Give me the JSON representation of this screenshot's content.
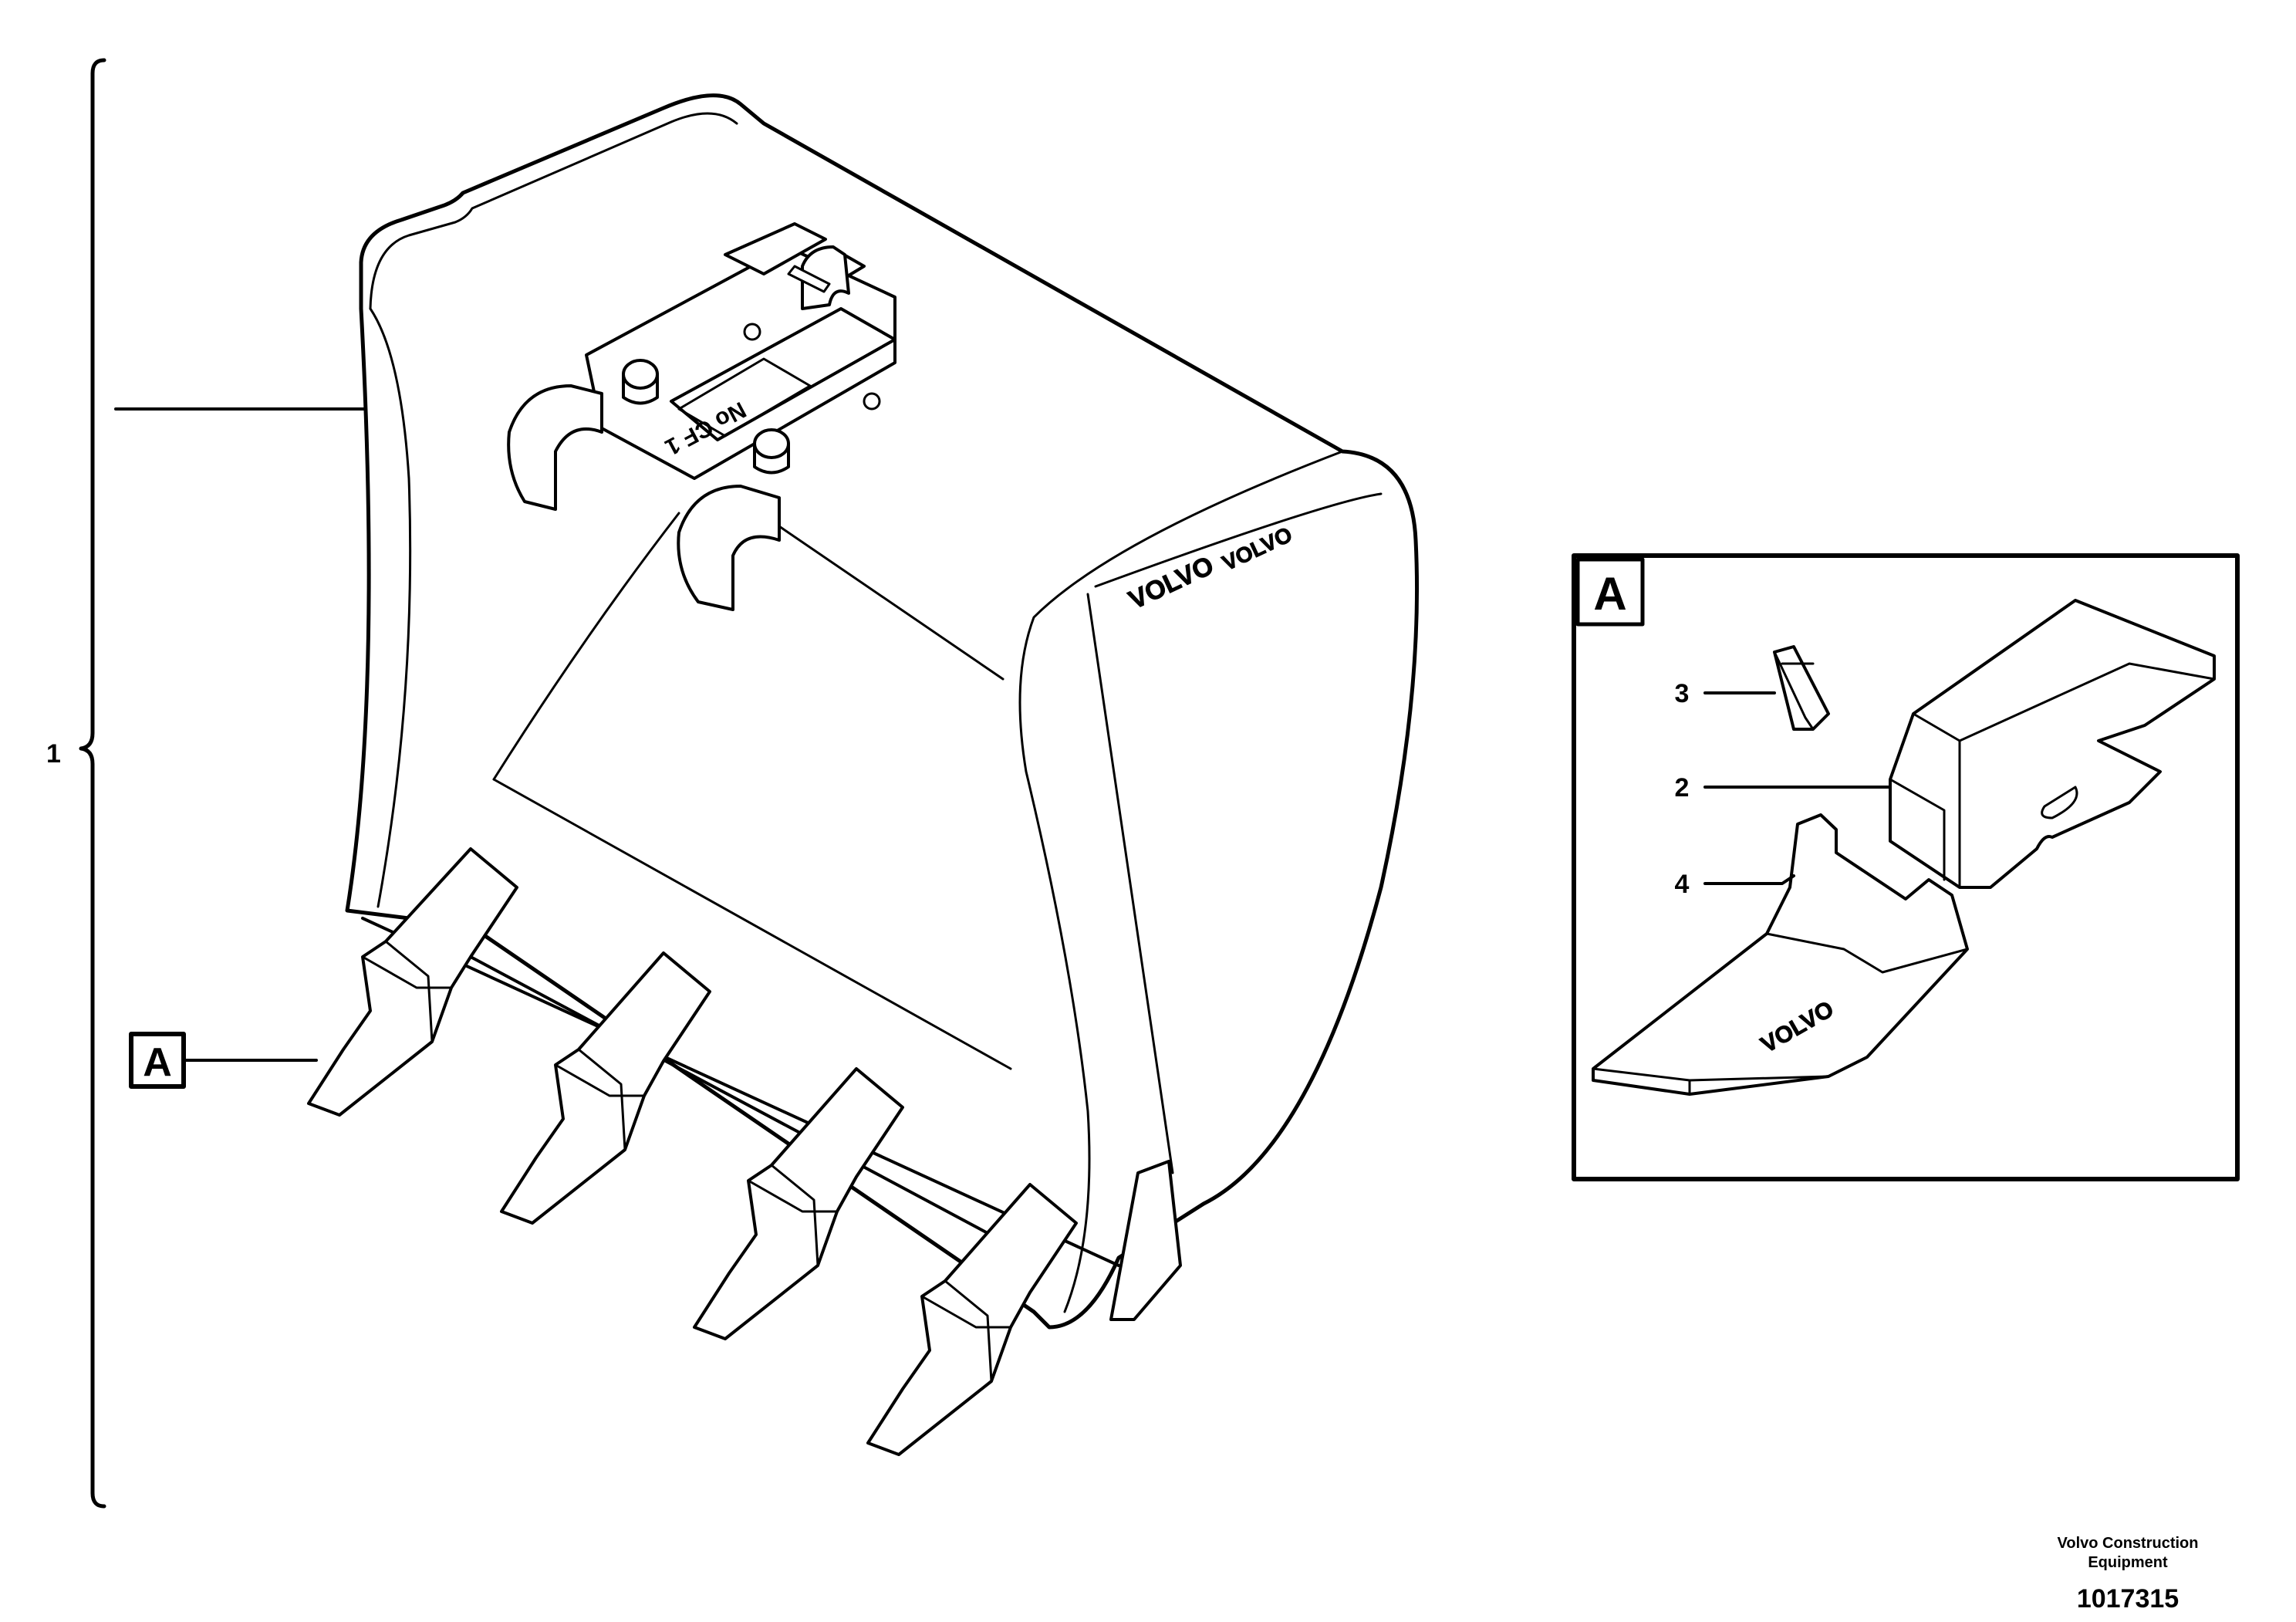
{
  "labels": {
    "assembly": "1",
    "tooth": "2",
    "pin": "3",
    "adapter": "4"
  },
  "detail_callout": "A",
  "detail_box_label": "A",
  "logo_text": "VOLVO",
  "coupler_marking": "No CF 1",
  "footer": {
    "company_line1": "Volvo Construction",
    "company_line2": "Equipment",
    "drawing_number": "1017315"
  }
}
